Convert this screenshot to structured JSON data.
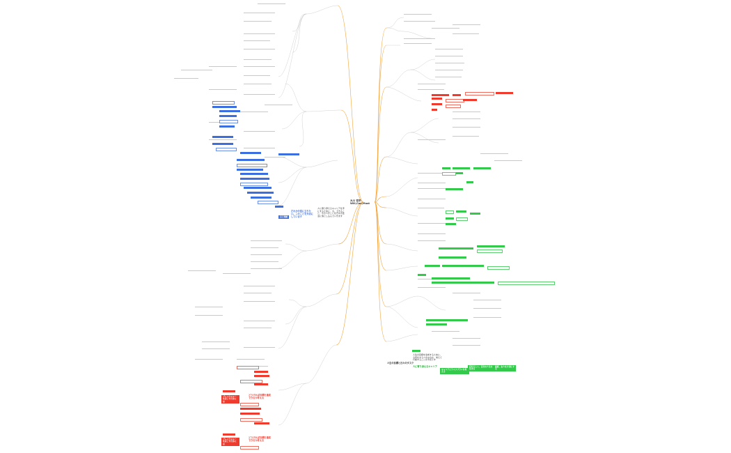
{
  "center": {
    "line1": "大川 哲平",
    "line2": "Will,Can,Must"
  },
  "colors": {
    "branch_orange": "#f3a43b",
    "accent_blue": "#3b6fe0",
    "accent_red": "#ee3b2e",
    "accent_green": "#33c94a",
    "line_gray": "#bbbbbb"
  },
  "left_callout": "人に寄り添えるキャリアを手にするために、今、できること、やるべきことを日々の生活に落とし込んでいきます",
  "left_blue_label": "自己理解",
  "left_blue_text": "だれかの役に立ちたい。このことを大切にしています",
  "red_labels": [
    "どうすれば目標を達成できるか考える",
    "どうすれば目標を達成できるか考える"
  ],
  "red_box_texts": [
    "ブレイクスルーを起こすためには",
    "ブレイクスルーを起こすためには"
  ],
  "bottom_right_header": "人生の目標と日々のタスク",
  "bottom_right_callout": "人生の目標を達成するために、今何をするべきなのか、考えて行動することが大切です",
  "green_footer": [
    "人に寄り添えるキャリア",
    "キャリアとライフプランを考える",
    "自分らしく、自分の人生を生きる",
    "家族、友人を大切にする"
  ]
}
